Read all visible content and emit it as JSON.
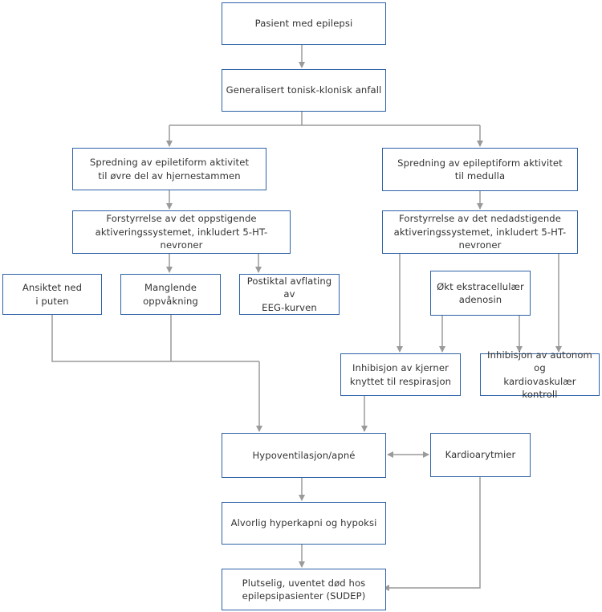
{
  "diagram": {
    "nodes": {
      "n1": "Pasient med epilepsi",
      "n2": "Generalisert tonisk-klonisk anfall",
      "n3": "Spredning av epiletiform aktivitet\ntil øvre del av hjernestammen",
      "n4": "Spredning av epileptiform aktivitet\ntil medulla",
      "n5": "Forstyrrelse av det oppstigende\naktiveringssystemet, inkludert 5-HT-nevroner",
      "n6": "Forstyrrelse av det nedadstigende\naktiveringssystemet, inkludert 5-HT-nevroner",
      "n7": "Ansiktet ned\ni puten",
      "n8": "Manglende\noppvåkning",
      "n9": "Postiktal avflating av\nEEG-kurven",
      "n10": "Økt ekstracellulær\nadenosin",
      "n11": "Inhibisjon av kjerner\nknyttet til respirasjon",
      "n12": "Inhibisjon av autonom og\nkardiovaskulær kontroll",
      "n13": "Hypoventilasjon/apné",
      "n14": "Kardioarytmier",
      "n15": "Alvorlig hyperkapni og hypoksi",
      "n16": "Plutselig, uventet død hos\nepilepsipasienter (SUDEP)"
    },
    "colors": {
      "box_border": "#2e62a8",
      "connector": "#9a9a9a",
      "text": "#333333"
    }
  }
}
